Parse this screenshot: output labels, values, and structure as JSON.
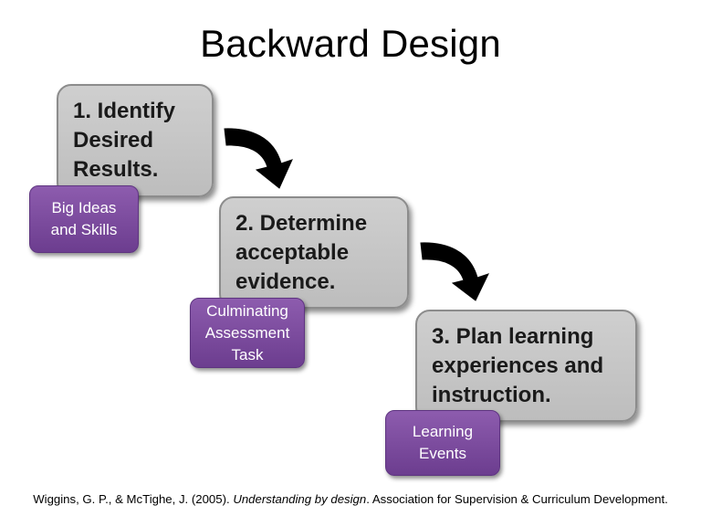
{
  "title": "Backward Design",
  "steps": [
    {
      "text": "1. Identify\n   Desired\n   Results."
    },
    {
      "text": "2. Determine\n   acceptable\n   evidence."
    },
    {
      "text": "3. Plan learning\n   experiences and\n   instruction."
    }
  ],
  "tags": [
    {
      "text": "Big Ideas\nand Skills"
    },
    {
      "text": "Culminating\nAssessment\nTask"
    },
    {
      "text": "Learning\nEvents"
    }
  ],
  "citation": {
    "authors": "Wiggins, G. P., & McTighe, J. (2005). ",
    "work": "Understanding by design",
    "publisher": ". Association for Supervision & Curriculum Development."
  },
  "colors": {
    "step_fill": "#c6c6c6",
    "tag_fill": "#7a4a9e",
    "arrow": "#000000"
  },
  "icons": [
    "curved-arrow-icon",
    "curved-arrow-icon"
  ]
}
